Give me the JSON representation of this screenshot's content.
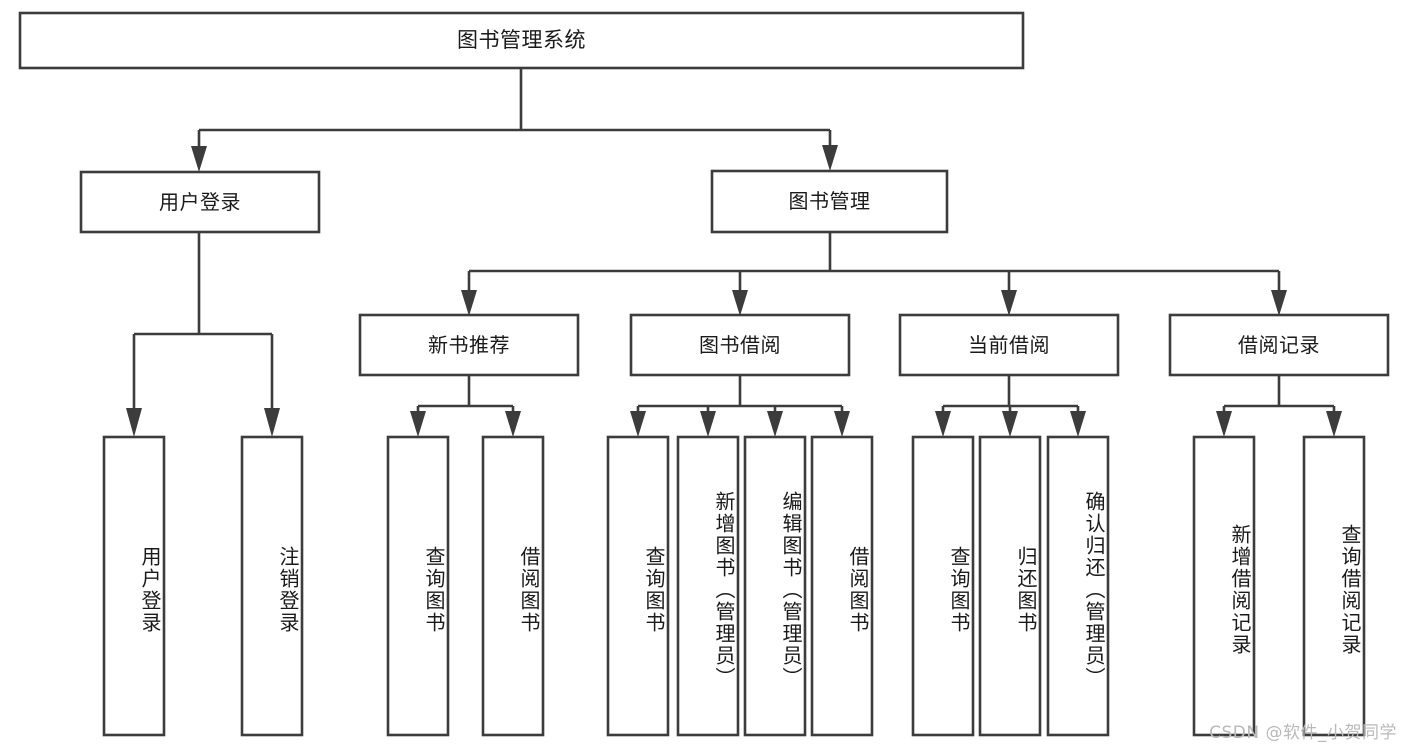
{
  "diagram": {
    "title": "图书管理系统",
    "type": "tree-hierarchy-diagram",
    "colors": {
      "stroke": "#3c3c3c",
      "fill": "#ffffff",
      "text": "#1a1a1a",
      "watermark": "#b9b9b9",
      "background": "#ffffff"
    },
    "root": {
      "label": "图书管理系统"
    },
    "level2": [
      {
        "label": "用户登录"
      },
      {
        "label": "图书管理"
      }
    ],
    "level3": [
      {
        "label": "新书推荐"
      },
      {
        "label": "图书借阅"
      },
      {
        "label": "当前借阅"
      },
      {
        "label": "借阅记录"
      }
    ],
    "leaves": {
      "user_login": [
        {
          "label": "用户登录"
        },
        {
          "label": "注销登录"
        }
      ],
      "new_book_recommend": [
        {
          "label": "查询图书"
        },
        {
          "label": "借阅图书"
        }
      ],
      "book_borrow": [
        {
          "label": "查询图书"
        },
        {
          "label": "新增图书（管理员）"
        },
        {
          "label": "编辑图书（管理员）"
        },
        {
          "label": "借阅图书"
        }
      ],
      "current_borrow": [
        {
          "label": "查询图书"
        },
        {
          "label": "归还图书"
        },
        {
          "label": "确认归还（管理员）"
        }
      ],
      "borrow_record": [
        {
          "label": "新增借阅记录"
        },
        {
          "label": "查询借阅记录"
        }
      ]
    }
  },
  "watermark": {
    "text": "CSDN @软件_小贺同学"
  }
}
